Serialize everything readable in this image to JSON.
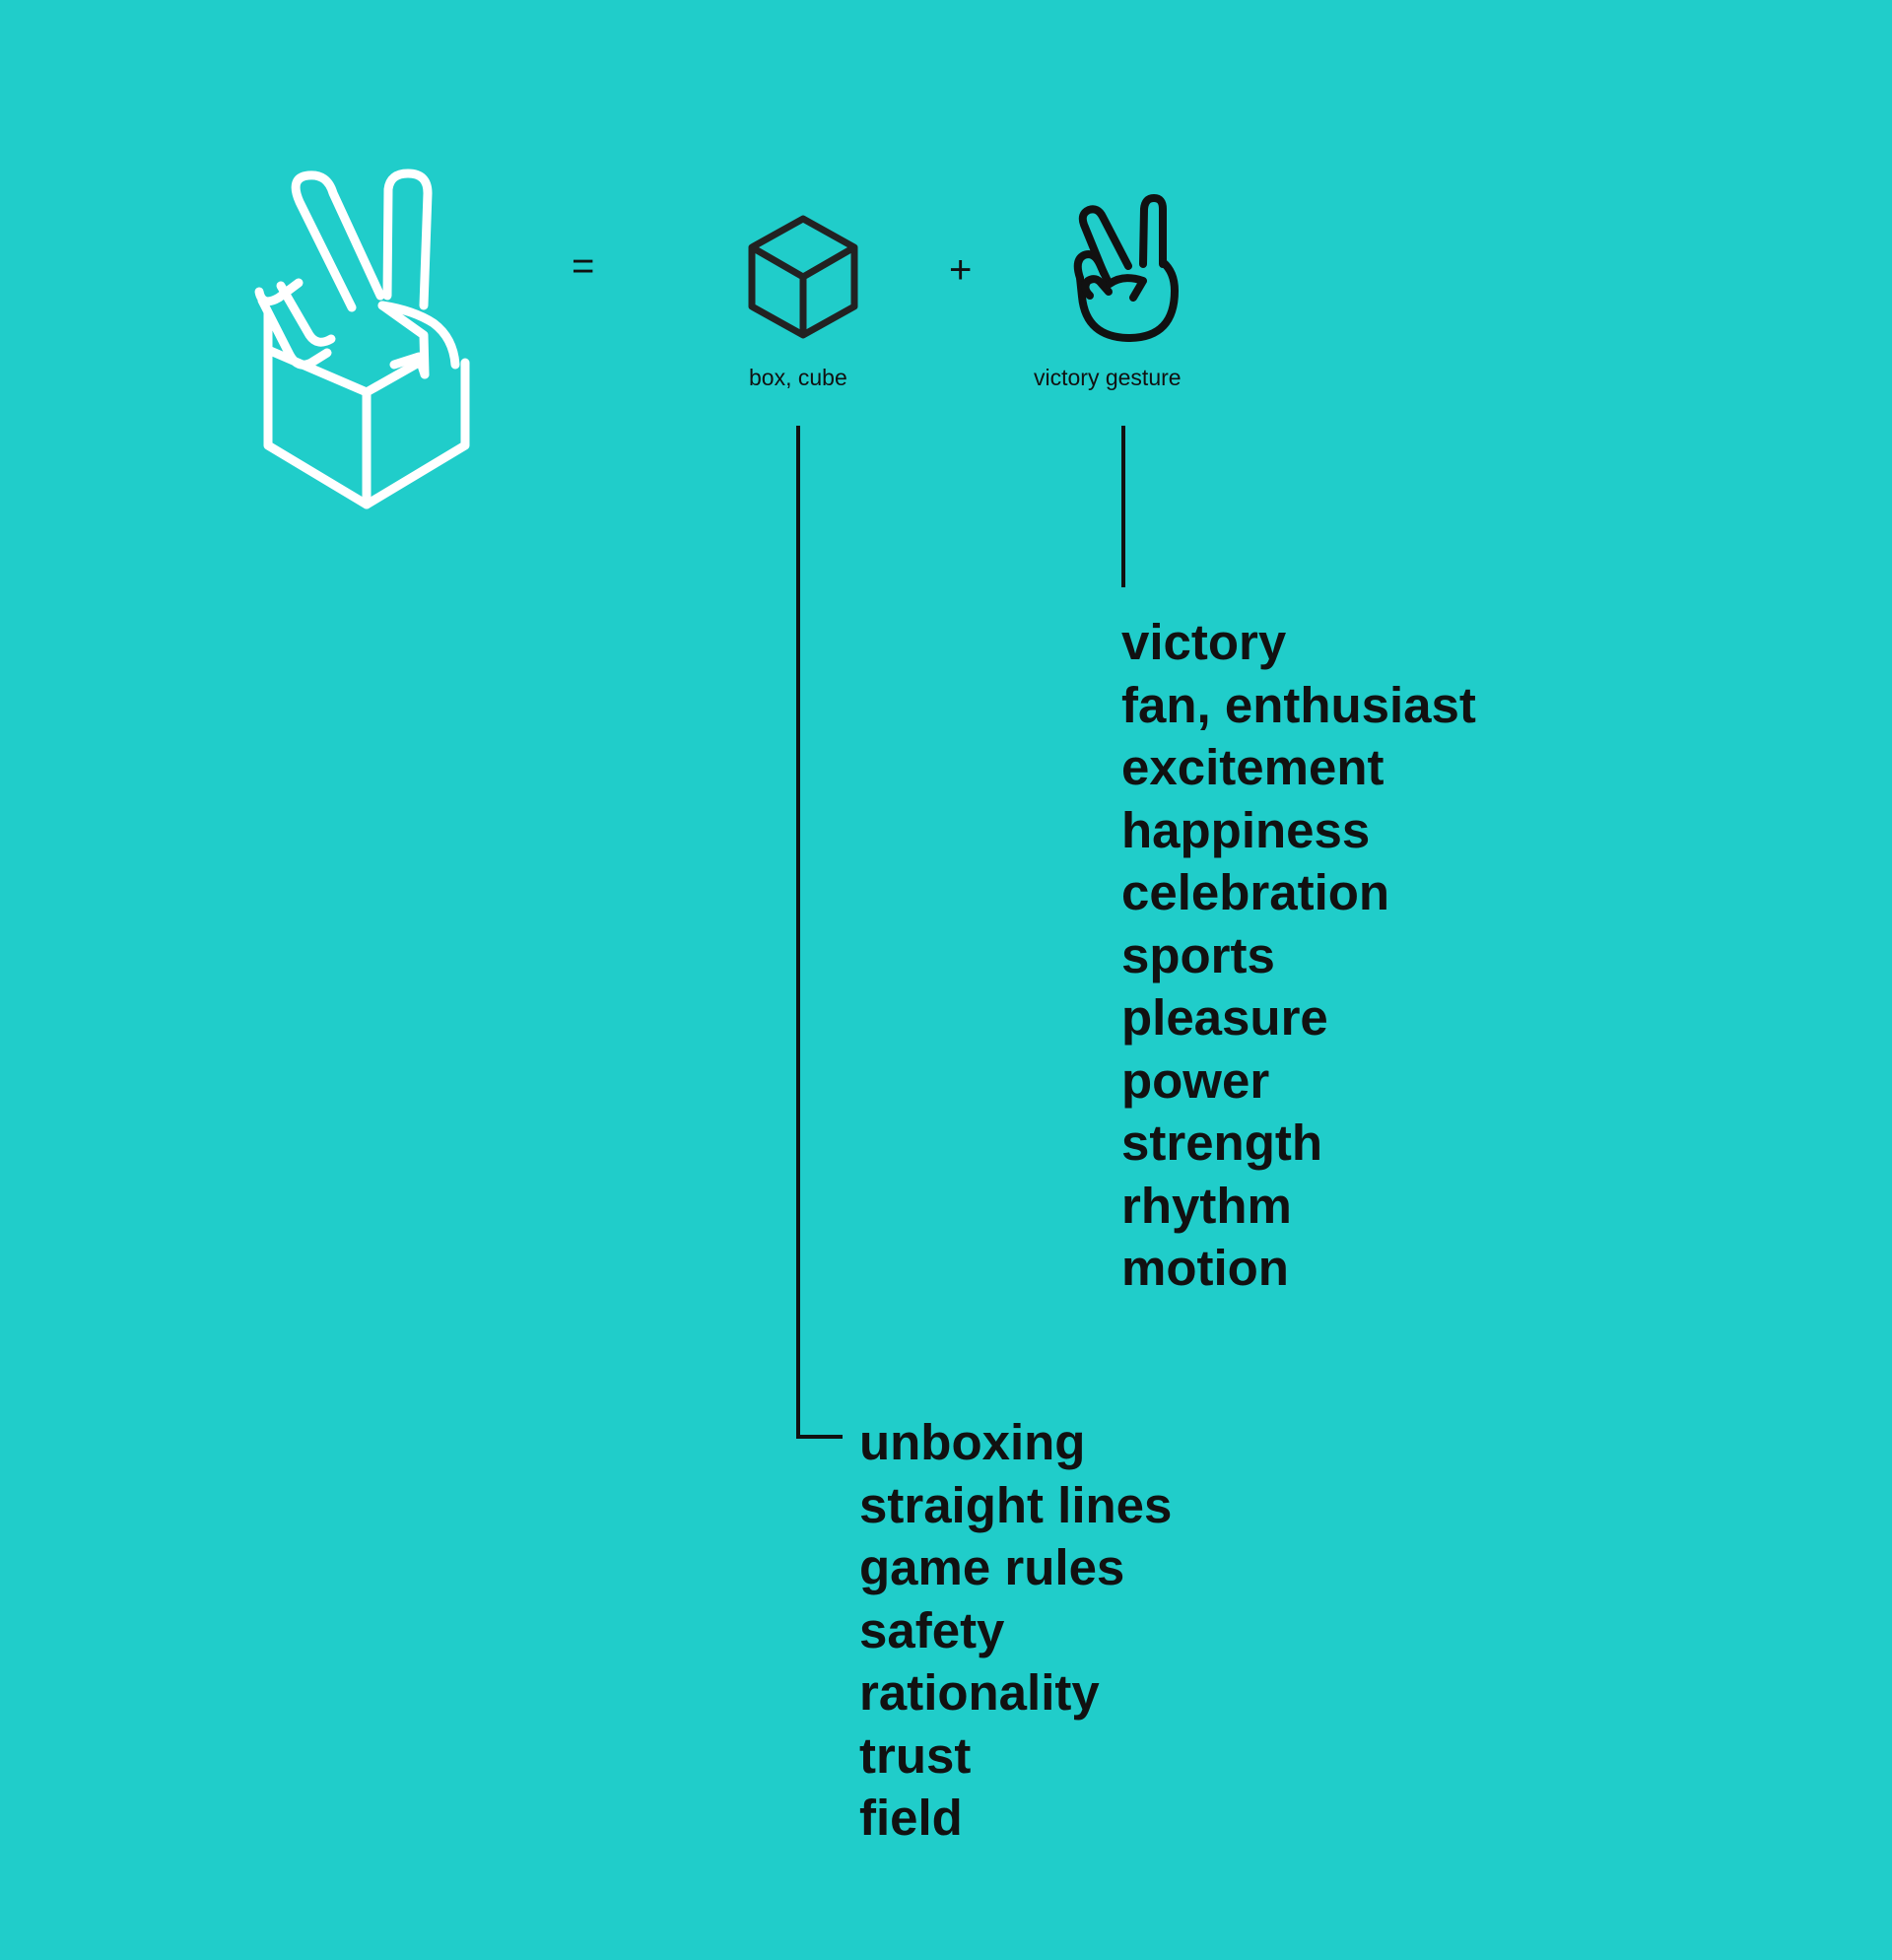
{
  "diagram": {
    "operators": {
      "equals": "=",
      "plus": "+"
    },
    "components": [
      {
        "icon": "box-cube-icon",
        "caption": "box, cube"
      },
      {
        "icon": "victory-hand-icon",
        "caption": "victory gesture"
      }
    ],
    "victory_meanings": [
      "victory",
      "fan, enthusiast",
      "excitement",
      "happiness",
      "celebration",
      "sports",
      "pleasure",
      "power",
      "strength",
      "rhythm",
      "motion"
    ],
    "box_meanings": [
      "unboxing",
      "straight lines",
      "game rules",
      "safety",
      "rationality",
      "trust",
      "field"
    ]
  },
  "colors": {
    "background": "#20cdca",
    "logo_stroke": "#ffffff",
    "text": "#111111"
  },
  "logo_icon": "victory-hand-box-logo-icon"
}
